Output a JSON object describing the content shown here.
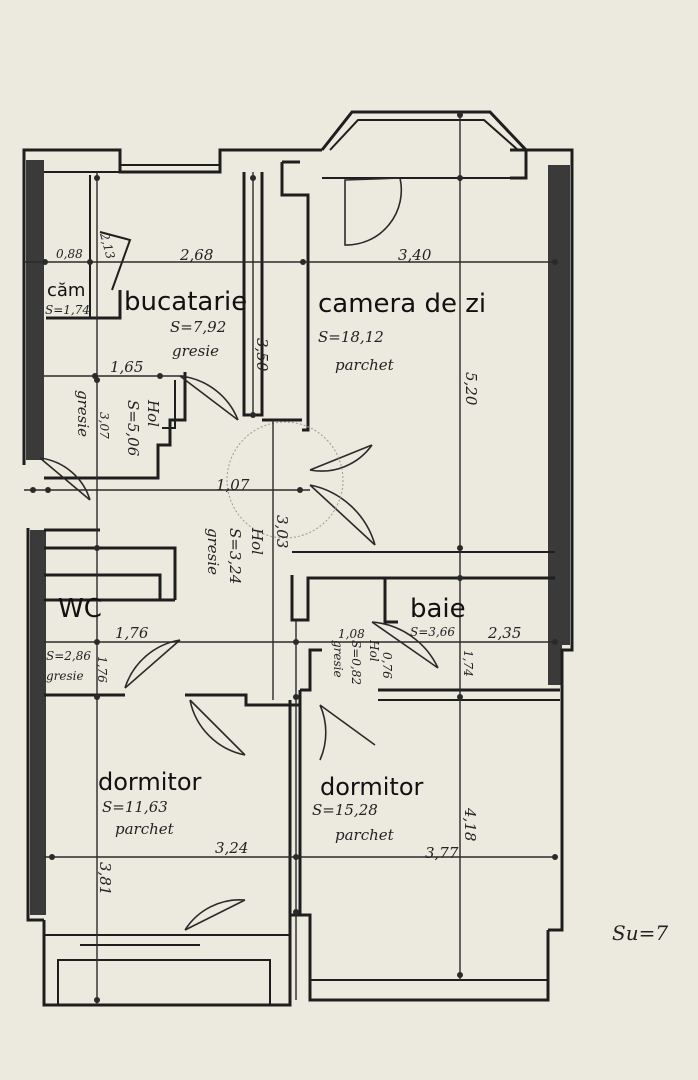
{
  "rooms": {
    "bucatarie": {
      "name": "bucatarie",
      "area": "S=7,92",
      "floor": "gresie"
    },
    "camera_de_zi": {
      "name": "camera de zi",
      "area": "S=18,12",
      "floor": "parchet"
    },
    "camara": {
      "name": "căm",
      "area": "S=1,74"
    },
    "hol_1": {
      "name": "Hol",
      "area": "S=5,06",
      "floor": "gresie"
    },
    "hol_2": {
      "name": "Hol",
      "area": "S=3,24",
      "floor": "gresie"
    },
    "hol_3": {
      "name": "Hol",
      "area": "S=0,82",
      "floor": "gresie"
    },
    "wc": {
      "name": "WC",
      "area": "S=2,86",
      "floor": "gresie"
    },
    "baie": {
      "name": "baie",
      "area": "S=3,66"
    },
    "dormitor_1": {
      "name": "dormitor",
      "area": "S=11,63",
      "floor": "parchet"
    },
    "dormitor_2": {
      "name": "dormitor",
      "area": "S=15,28",
      "floor": "parchet"
    }
  },
  "dimensions": {
    "d_088": "0,88",
    "d_213": "2,13",
    "d_268": "2,68",
    "d_340": "3,40",
    "d_350": "3,50",
    "d_520": "5,20",
    "d_165": "1,65",
    "d_307": "3,07",
    "d_107": "1,07",
    "d_303": "3,03",
    "d_176": "1,76",
    "d_176v": "1,76",
    "d_108": "1,08",
    "d_076": "0,76",
    "d_235": "2,35",
    "d_174": "1,74",
    "d_324": "3,24",
    "d_377": "3,77",
    "d_418": "4,18",
    "d_381": "3,81"
  },
  "margin_note": "Su=7"
}
